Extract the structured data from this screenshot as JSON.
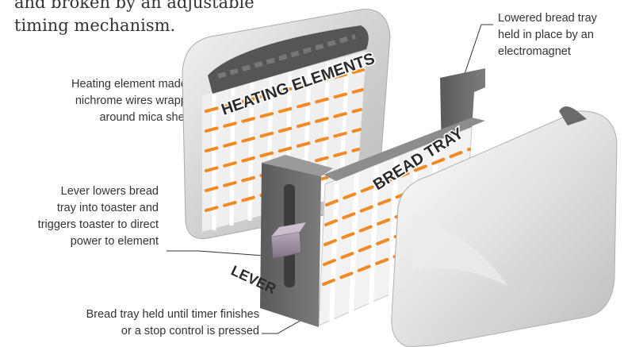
{
  "intro": {
    "lines": [
      "and broken by an adjustable",
      "timing mechanism."
    ]
  },
  "callouts": {
    "heating": [
      "Heating element made of",
      "nichrome wires wrapped",
      "around mica sheets"
    ],
    "tray_lowered": [
      "Lowered bread tray",
      "held in place by an",
      "electromagnet"
    ],
    "lever": [
      "Lever lowers bread",
      "tray into toaster and",
      "triggers toaster to direct",
      "power to element"
    ],
    "timer": [
      "Bread tray held until timer finishes",
      "or a stop control is pressed"
    ]
  },
  "diagram_labels": {
    "heating_elements": "HEATING ELEMENTS",
    "bread_tray": "BREAD TRAY",
    "lever": "LEVER"
  },
  "colors": {
    "orange": "#f08a24",
    "grey_frame": "#6f6f6f",
    "light_panel": "#dcdcdc"
  }
}
